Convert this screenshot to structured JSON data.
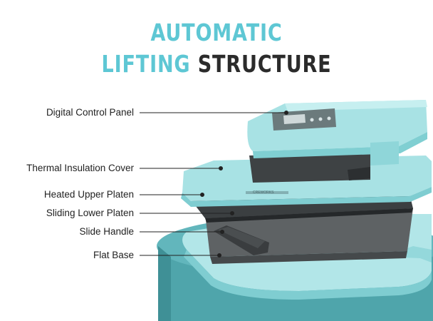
{
  "heading": {
    "line1": "AUTOMATIC",
    "line2_highlight": "LIFTING",
    "line2_rest": "STRUCTURE"
  },
  "labels": {
    "digital_control_panel": "Digital Control Panel",
    "thermal_insulation_cover": "Thermal Insulation Cover",
    "heated_upper_platen": "Heated Upper Platen",
    "sliding_lower_platen": "Sliding Lower Platen",
    "slide_handle": "Slide Handle",
    "flat_base": "Flat Base"
  },
  "brand_mark": "CREWORKS",
  "colors": {
    "accent": "#5ec7d4",
    "dark_text": "#2b2b2b",
    "machine_body": "#a8e2e4",
    "base_cylinder": "#4fa5ab"
  }
}
